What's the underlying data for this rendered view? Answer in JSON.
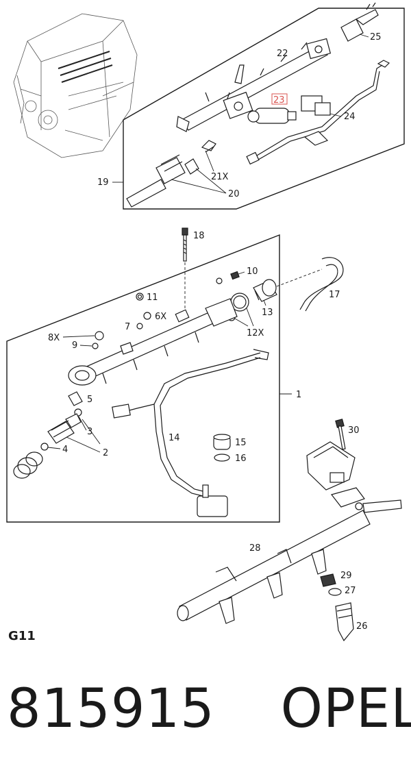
{
  "diagram": {
    "section_code": "G11",
    "highlight_color": "#d9534f",
    "labels": {
      "p1": "1",
      "p2": "2",
      "p3": "3",
      "p4": "4",
      "p5": "5",
      "p6": "6X",
      "p7": "7",
      "p8": "8X",
      "p9": "9",
      "p10": "10",
      "p11": "11",
      "p12": "12X",
      "p13": "13",
      "p14": "14",
      "p15": "15",
      "p16": "16",
      "p17": "17",
      "p18": "18",
      "p19": "19",
      "p20": "20",
      "p21": "21X",
      "p22": "22",
      "p23": "23",
      "p24": "24",
      "p25": "25",
      "p26": "26",
      "p27": "27",
      "p28": "28",
      "p29": "29",
      "p30": "30"
    }
  },
  "footer": {
    "part_number": "815915",
    "brand": "OPEL"
  }
}
